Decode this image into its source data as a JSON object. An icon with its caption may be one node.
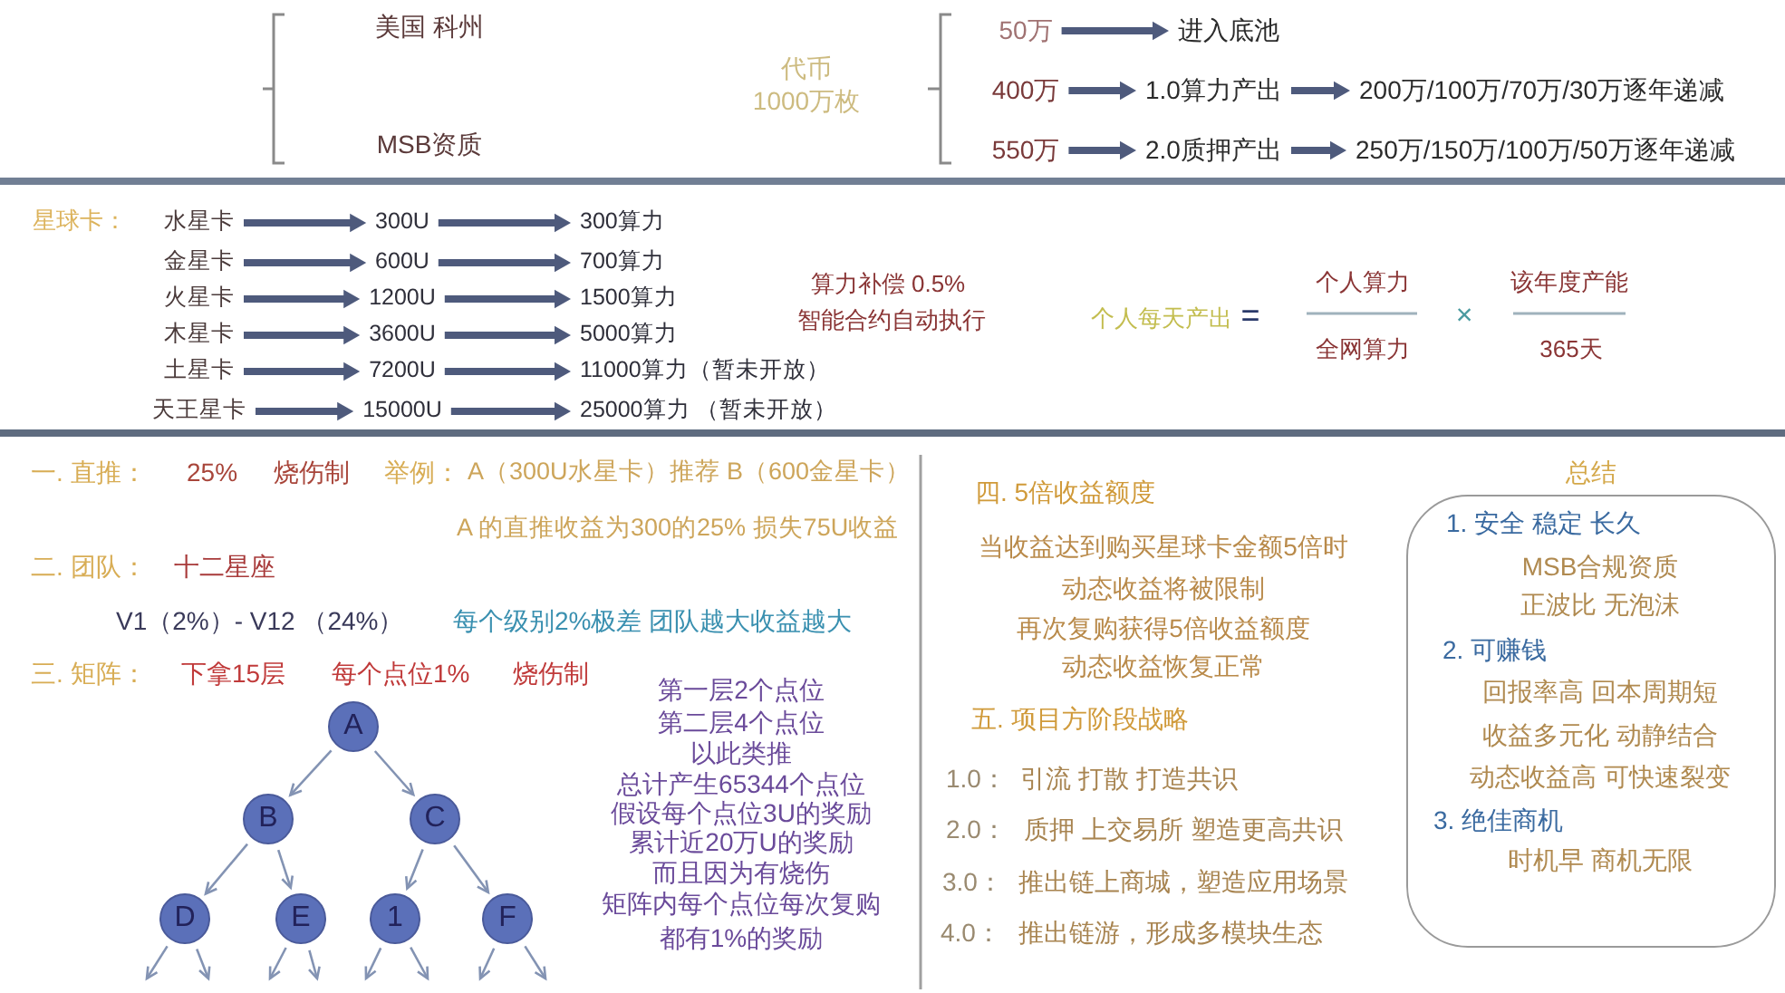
{
  "diagram": {
    "nodes": [
      {
        "text": [
          "50万"
        ]
      },
      {
        "text": [
          "进入底池"
        ]
      },
      {
        "text": [
          "400万"
        ]
      },
      {
        "text": [
          "1.0算力产出"
        ]
      },
      {
        "text": [
          "200万/100万/70万/30万逐年递减"
        ]
      },
      {
        "text": [
          "550万"
        ]
      },
      {
        "text": [
          "2.0质押产出"
        ]
      },
      {
        "text": [
          "250万/150万/100万/50万逐年递减"
        ]
      },
      {
        "text": [
          "水星卡"
        ]
      },
      {
        "text": [
          "300U"
        ]
      },
      {
        "text": [
          "300算力"
        ]
      },
      {
        "text": [
          "金星卡"
        ]
      },
      {
        "text": [
          "600U"
        ]
      },
      {
        "text": [
          "700算力"
        ]
      },
      {
        "text": [
          "火星卡"
        ]
      },
      {
        "text": [
          "1200U"
        ]
      },
      {
        "text": [
          "1500算力"
        ]
      },
      {
        "text": [
          "木星卡"
        ]
      },
      {
        "text": [
          "3600U"
        ]
      },
      {
        "text": [
          "5000算力"
        ]
      },
      {
        "text": [
          "土星卡"
        ]
      },
      {
        "text": [
          "7200U"
        ]
      },
      {
        "text": [
          "11000算力（暂未开放）"
        ]
      },
      {
        "text": [
          "天王星卡"
        ]
      },
      {
        "text": [
          "15000U"
        ]
      },
      {
        "text": [
          "25000算力 （暂未开放）"
        ]
      },
      {
        "text": [
          "A"
        ]
      },
      {
        "text": [
          "B"
        ]
      },
      {
        "text": [
          "C"
        ]
      },
      {
        "text": [
          "D"
        ]
      },
      {
        "text": [
          "E"
        ]
      },
      {
        "text": [
          "1"
        ]
      },
      {
        "text": [
          "F"
        ]
      },
      {
        "text": [
          "总结",
          "1. 安全 稳定 长久",
          "MSB合规资质",
          "正波比 无泡沫",
          "2. 可赚钱",
          "回报率高 回本周期短",
          "收益多元化 动静结合",
          "动态收益高 可快速裂变",
          "3. 绝佳商机",
          "时机早 商机无限"
        ]
      }
    ],
    "edges": [
      {
        "from": 0,
        "to": 1,
        "arrow": "to"
      },
      {
        "from": 2,
        "to": 3,
        "arrow": "to"
      },
      {
        "from": 3,
        "to": 4,
        "arrow": "to"
      },
      {
        "from": 5,
        "to": 6,
        "arrow": "to"
      },
      {
        "from": 6,
        "to": 7,
        "arrow": "to"
      },
      {
        "from": 8,
        "to": 9,
        "arrow": "to"
      },
      {
        "from": 9,
        "to": 10,
        "arrow": "to"
      },
      {
        "from": 11,
        "to": 12,
        "arrow": "to"
      },
      {
        "from": 12,
        "to": 13,
        "arrow": "to"
      },
      {
        "from": 14,
        "to": 15,
        "arrow": "to"
      },
      {
        "from": 15,
        "to": 16,
        "arrow": "to"
      },
      {
        "from": 17,
        "to": 18,
        "arrow": "to"
      },
      {
        "from": 18,
        "to": 19,
        "arrow": "to"
      },
      {
        "from": 20,
        "to": 21,
        "arrow": "to"
      },
      {
        "from": 21,
        "to": 22,
        "arrow": "to"
      },
      {
        "from": 23,
        "to": 24,
        "arrow": "to"
      },
      {
        "from": 24,
        "to": 25,
        "arrow": "to"
      },
      {
        "from": 26,
        "to": 27,
        "arrow": "to",
        "color": "#8393b3"
      },
      {
        "from": 26,
        "to": 28,
        "arrow": "to",
        "color": "#8393b3"
      },
      {
        "from": 27,
        "to": 29,
        "arrow": "to",
        "color": "#8393b3"
      },
      {
        "from": 27,
        "to": 30,
        "arrow": "to",
        "color": "#8393b3"
      },
      {
        "from": 28,
        "to": 31,
        "arrow": "to",
        "color": "#8393b3"
      },
      {
        "from": 28,
        "to": 32,
        "arrow": "to",
        "color": "#8393b3"
      },
      {
        "from": 29,
        "to": null,
        "arrow": "to",
        "color": "#8393b3"
      },
      {
        "from": 29,
        "to": null,
        "arrow": "to",
        "color": "#8393b3"
      },
      {
        "from": 30,
        "to": null,
        "arrow": "to",
        "color": "#8393b3"
      },
      {
        "from": 30,
        "to": null,
        "arrow": "to",
        "color": "#8393b3"
      },
      {
        "from": 31,
        "to": null,
        "arrow": "to",
        "color": "#8393b3"
      },
      {
        "from": 31,
        "to": null,
        "arrow": "to",
        "color": "#8393b3"
      },
      {
        "from": 32,
        "to": null,
        "arrow": "to",
        "color": "#8393b3"
      },
      {
        "from": 32,
        "to": null,
        "arrow": "to",
        "color": "#8393b3"
      }
    ],
    "labels": [
      "美国 科州",
      "MSB资质",
      "代币 1000万枚",
      "星球卡：",
      "算力补偿 0.5%",
      "智能合约自动执行",
      "个人每天产出",
      "=",
      "个人算力",
      "全网算力",
      "×",
      "该年度产能",
      "365天",
      "一. 直推：",
      "25%",
      "烧伤制",
      "举例：",
      "A（300U水星卡）推荐 B（600金星卡）",
      "A 的直推收益为300的25% 损失75U收益",
      "二. 团队：",
      "十二星座",
      "V1（2%）- V12 （24%）",
      "每个级别2%极差 团队越大收益越大",
      "三. 矩阵：",
      "下拿15层",
      "每个点位1%",
      "烧伤制",
      "第一层2个点位",
      "第二层4个点位",
      "以此类推",
      "总计产生65344个点位",
      "假设每个点位3U的奖励",
      "累计近20万U的奖励",
      "而且因为有烧伤",
      "矩阵内每个点位每次复购",
      "都有1%的奖励",
      "四. 5倍收益额度",
      "当收益达到购买星球卡金额5倍时",
      "动态收益将被限制",
      "再次复购获得5倍收益额度",
      "动态收益恢复正常",
      "五. 项目方阶段战略",
      "1.0：",
      "引流 打散 打造共识",
      "2.0：",
      "质押 上交易所 塑造更高共识",
      "3.0：",
      "推出链上商城，塑造应用场景",
      "4.0：",
      "推出链游，形成多模块生态"
    ]
  }
}
